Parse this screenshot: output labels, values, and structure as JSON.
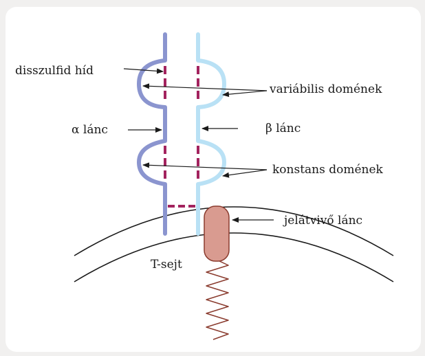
{
  "labels": {
    "disulfide_bridge": "disszulfid híd",
    "variable_domains": "variábilis domének",
    "alpha_chain": "α lánc",
    "beta_chain": "β lánc",
    "constant_domains": "konstans domének",
    "signal_chain": "jelátvivő lánc",
    "t_cell": "T-sejt"
  },
  "colors": {
    "alpha_chain": "#8b95cf",
    "beta_chain": "#b9e1f5",
    "disulfide": "#a3235e",
    "signal_chain_fill": "#d99b90",
    "signal_chain_stroke": "#8a3b2e",
    "membrane": "#1a1a1a"
  }
}
